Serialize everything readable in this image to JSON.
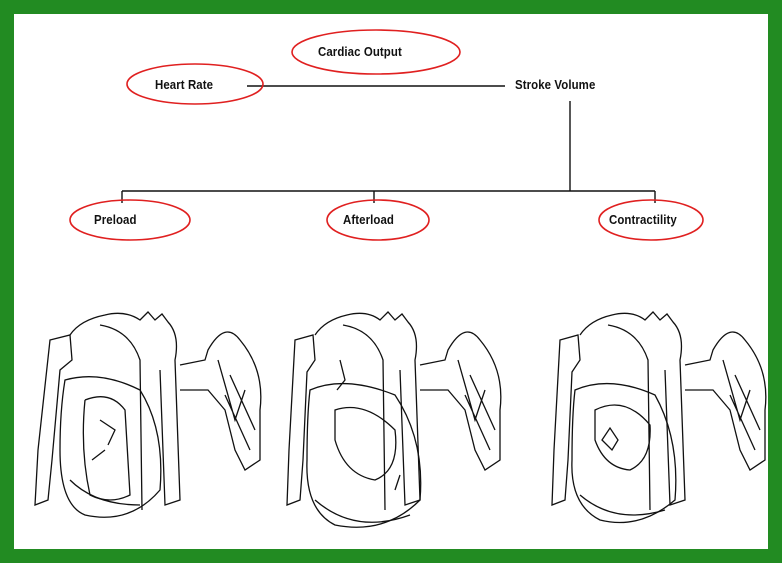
{
  "colors": {
    "border": "#228b22",
    "background": "#ffffff",
    "line": "#111111",
    "highlight_ellipse": "#e02020"
  },
  "diagram": {
    "root": "Cardiac Output",
    "level1": {
      "left": "Heart Rate",
      "right": "Stroke Volume"
    },
    "level2": [
      "Preload",
      "Afterload",
      "Contractility"
    ]
  },
  "illustrations": {
    "icon_names": [
      "heart-preload-icon",
      "heart-afterload-icon",
      "heart-contractility-icon"
    ]
  }
}
